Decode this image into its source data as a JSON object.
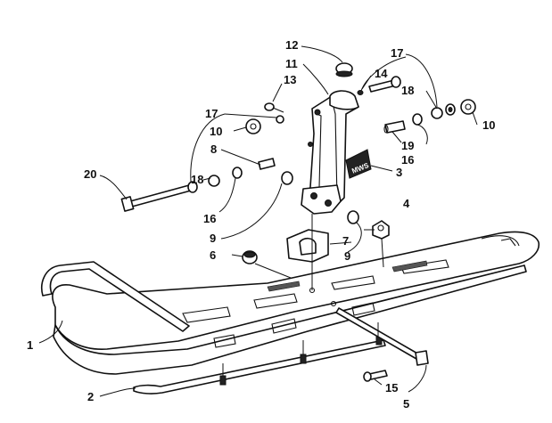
{
  "decal_text": "MWS",
  "callouts": [
    {
      "id": "c1",
      "text": "1"
    },
    {
      "id": "c2",
      "text": "2"
    },
    {
      "id": "c3",
      "text": "3"
    },
    {
      "id": "c4",
      "text": "4"
    },
    {
      "id": "c5",
      "text": "5"
    },
    {
      "id": "c6",
      "text": "6"
    },
    {
      "id": "c7",
      "text": "7"
    },
    {
      "id": "c8",
      "text": "8"
    },
    {
      "id": "c9a",
      "text": "9"
    },
    {
      "id": "c9b",
      "text": "9"
    },
    {
      "id": "c10a",
      "text": "10"
    },
    {
      "id": "c10b",
      "text": "10"
    },
    {
      "id": "c11",
      "text": "11"
    },
    {
      "id": "c12",
      "text": "12"
    },
    {
      "id": "c13",
      "text": "13"
    },
    {
      "id": "c14",
      "text": "14"
    },
    {
      "id": "c15",
      "text": "15"
    },
    {
      "id": "c16a",
      "text": "16"
    },
    {
      "id": "c16b",
      "text": "16"
    },
    {
      "id": "c17a",
      "text": "17"
    },
    {
      "id": "c17b",
      "text": "17"
    },
    {
      "id": "c18a",
      "text": "18"
    },
    {
      "id": "c18b",
      "text": "18"
    },
    {
      "id": "c19",
      "text": "19"
    },
    {
      "id": "c20",
      "text": "20"
    }
  ]
}
